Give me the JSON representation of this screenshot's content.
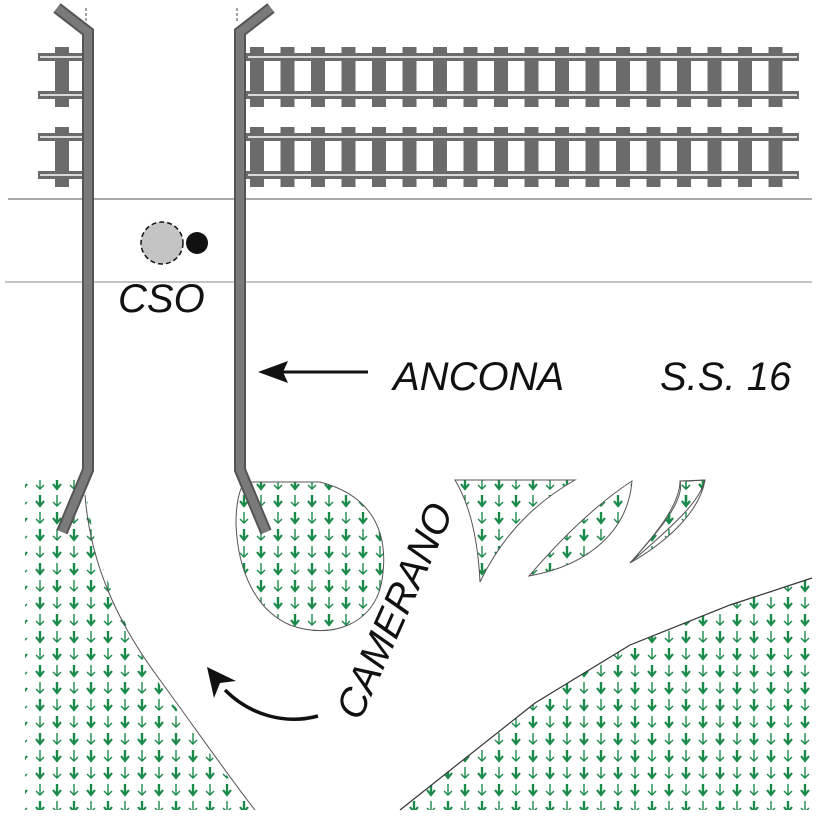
{
  "labels": {
    "cso": "CSO",
    "ancona": "ANCONA",
    "road": "S.S. 16",
    "camerano": "CAMERANO"
  },
  "colors": {
    "wall": "#6b6b6b",
    "wall_highlight": "#8a8a8a",
    "rail": "#6b6b6b",
    "rail_highlight": "#d9d9d9",
    "vegetation": "#1a8a4a",
    "cso_fill": "#c4c4c4",
    "cso_dot": "#111111",
    "road_line": "#666666"
  },
  "tracks": {
    "count": 2
  }
}
